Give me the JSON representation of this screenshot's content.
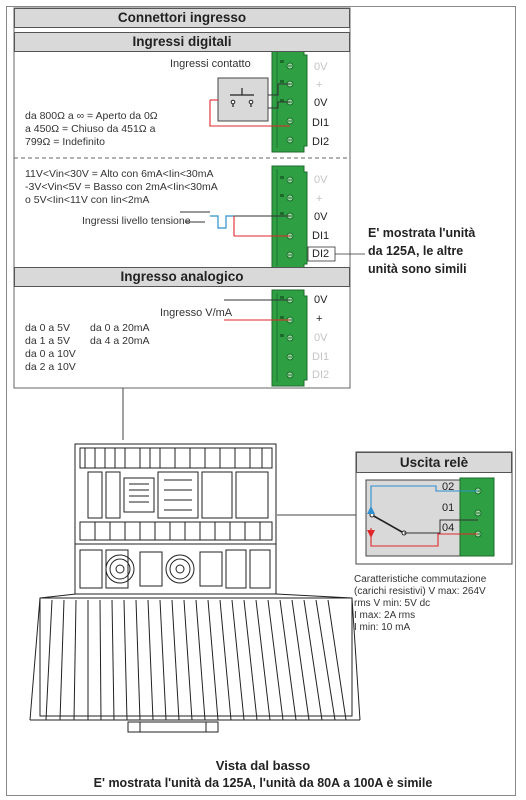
{
  "header": {
    "title": "Connettori ingresso"
  },
  "digital": {
    "title": "Ingressi digitali",
    "contact": {
      "label": "Ingressi contatto",
      "desc": [
        "da 800Ω a ∞  = Aperto da 0Ω",
        "a 450Ω  = Chiuso da 451Ω a",
        "799Ω  = Indefinito"
      ],
      "terminals": [
        "0V",
        "+",
        "0V",
        "DI1",
        "DI2"
      ]
    },
    "voltage": {
      "label": "Ingressi livello tensione",
      "desc": [
        "11V<Vin<30V  = Alto  con  6mA<Iin<30mA",
        "-3V<Vin<5V  = Basso con  2mA<Iin<30mA",
        "o 5V<Iin<11V con Iin<2mA"
      ],
      "terminals": [
        "0V",
        "+",
        "0V",
        "DI1",
        "DI2"
      ]
    }
  },
  "analog": {
    "title": "Ingresso analogico",
    "label": "Ingresso V/mA",
    "ranges_v": [
      "da 0 a 5V",
      "da 1 a 5V",
      "da 0 a 10V",
      "da 2 a 10V"
    ],
    "ranges_ma": [
      "da 0 a 20mA",
      "da 4 a 20mA"
    ],
    "terminals": [
      "0V",
      "+",
      "0V",
      "DI1",
      "DI2"
    ]
  },
  "side_note": [
    "E' mostrata l'unità",
    "da 125A, le altre",
    "unità sono simili"
  ],
  "relay": {
    "title": "Uscita relè",
    "terminals": [
      "02",
      "01",
      "04"
    ],
    "specs": [
      "Caratteristiche commutazione",
      "(carichi resistivi) V max: 264V",
      "rms V min: 5V dc",
      "I max: 2A rms",
      "I min: 10 mA"
    ]
  },
  "footer": {
    "title": "Vista dal basso",
    "subtitle": "E' mostrata l'unità da 125A, l'unità da 80A a 100A è simile"
  },
  "colors": {
    "terminal_green": "#2ea043",
    "wire_red": "#e0262b",
    "wire_blue": "#2f8fcf",
    "header_grey": "#d9d9d9"
  }
}
